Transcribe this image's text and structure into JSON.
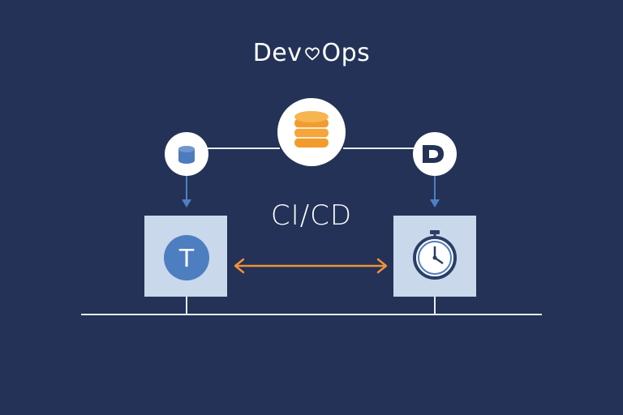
{
  "title_left": "Dev",
  "title_right": "Ops",
  "title_heart_icon": "heart-outline-icon",
  "center_label": "CI/CD",
  "nodes": {
    "top_left": {
      "icon": "database-icon"
    },
    "top_center": {
      "icon": "database-stack-icon"
    },
    "top_right": {
      "icon": "d-logo-icon"
    },
    "box_left": {
      "letter": "T",
      "icon": "t-badge-icon"
    },
    "box_right": {
      "icon": "stopwatch-icon"
    }
  },
  "colors": {
    "background": "#233256",
    "line": "#ffffff",
    "arrow_blue": "#4f7fc4",
    "arrow_orange": "#f0913a",
    "box_fill": "#c9d8eb",
    "accent_blue": "#4d7ec0",
    "orange": "#f3a33c"
  }
}
